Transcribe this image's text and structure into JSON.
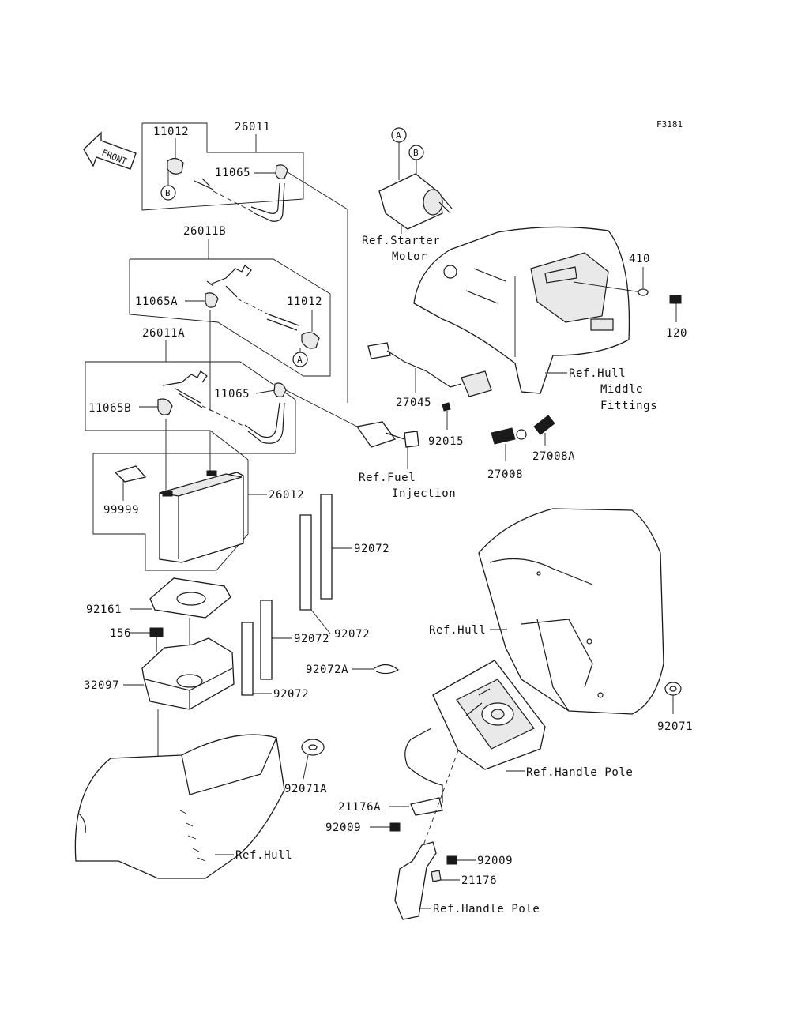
{
  "figure_code": "F3181",
  "front_label": "FRONT",
  "callout_circles": {
    "a": "A",
    "b": "B"
  },
  "labels": {
    "p26011": "26011",
    "p11012_top": "11012",
    "p11065_top": "11065",
    "p26011b": "26011B",
    "p11065a": "11065A",
    "p11012_mid": "11012",
    "p26011a": "26011A",
    "p11065_mid": "11065",
    "p11065b": "11065B",
    "p99999": "99999",
    "p26012": "26012",
    "p92161": "92161",
    "p156": "156",
    "p32097": "32097",
    "p92072_a": "92072",
    "p92072_b": "92072",
    "p92072_c": "92072",
    "p92072_d": "92072",
    "p92072a": "92072A",
    "p92071a": "92071A",
    "p410": "410",
    "p120": "120",
    "p27045": "27045",
    "p92015": "92015",
    "p27008": "27008",
    "p27008a": "27008A",
    "p92071": "92071",
    "p21176a": "21176A",
    "p92009_a": "92009",
    "p92009_b": "92009",
    "p21176": "21176"
  },
  "refs": {
    "starter_1": "Ref.Starter",
    "starter_2": "Motor",
    "hull_mid_1": "Ref.Hull",
    "hull_mid_2": "Middle",
    "hull_mid_3": "Fittings",
    "fuel_1": "Ref.Fuel",
    "fuel_2": "Injection",
    "hull_right": "Ref.Hull",
    "handle_pole_1": "Ref.Handle Pole",
    "hull_bottom": "Ref.Hull",
    "handle_pole_2": "Ref.Handle Pole"
  }
}
